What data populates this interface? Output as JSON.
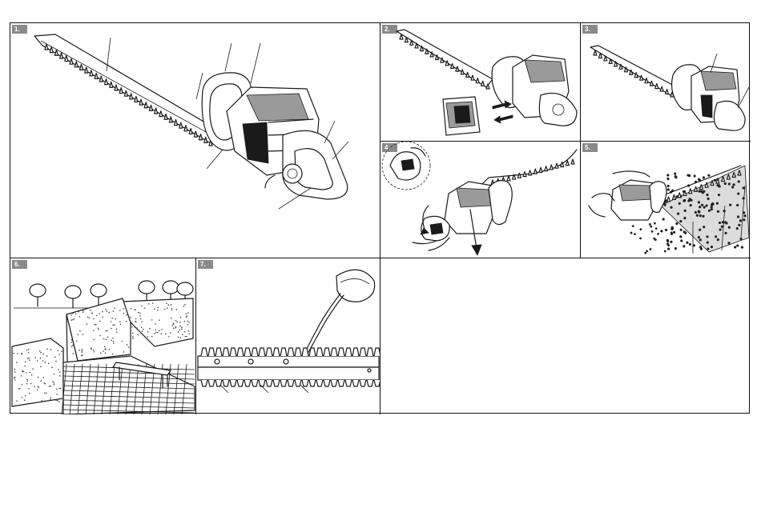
{
  "panels": {
    "p1": {
      "label": "1."
    },
    "p2": {
      "label": "2."
    },
    "p3": {
      "label": "3."
    },
    "p4": {
      "label": "4."
    },
    "p5": {
      "label": "5."
    },
    "p6": {
      "label": "6."
    },
    "p7": {
      "label": "7."
    }
  },
  "icons": {
    "p1": "hedge-trimmer-overview-illustration",
    "p2": "battery-insert-illustration",
    "p3": "hedge-trimmer-ready-illustration",
    "p4": "battery-release-illustration",
    "p5": "hedge-cutting-illustration",
    "p6": "hedge-garden-illustration",
    "p7": "blade-oiling-illustration"
  }
}
